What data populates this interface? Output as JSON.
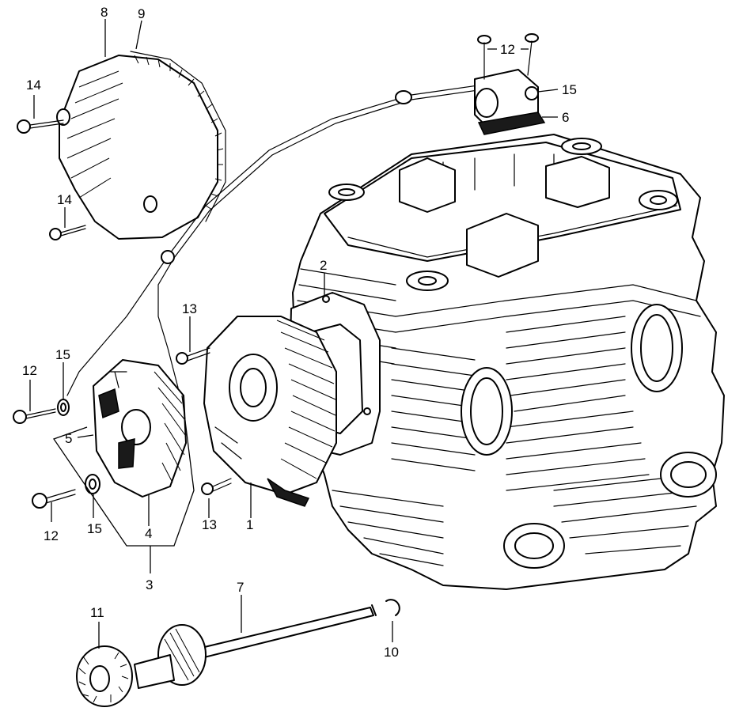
{
  "callouts": {
    "c1": "1",
    "c2": "2",
    "c3": "3",
    "c4": "4",
    "c5": "5",
    "c6": "6",
    "c7": "7",
    "c8": "8",
    "c9": "9",
    "c10": "10",
    "c11": "11",
    "c12a": "12",
    "c12b": "12",
    "c12c": "12",
    "c13a": "13",
    "c13b": "13",
    "c14a": "14",
    "c14b": "14",
    "c15a": "15",
    "c15b": "15",
    "c15c": "15"
  },
  "colors": {
    "ink": "#000000",
    "paper": "#ffffff"
  }
}
